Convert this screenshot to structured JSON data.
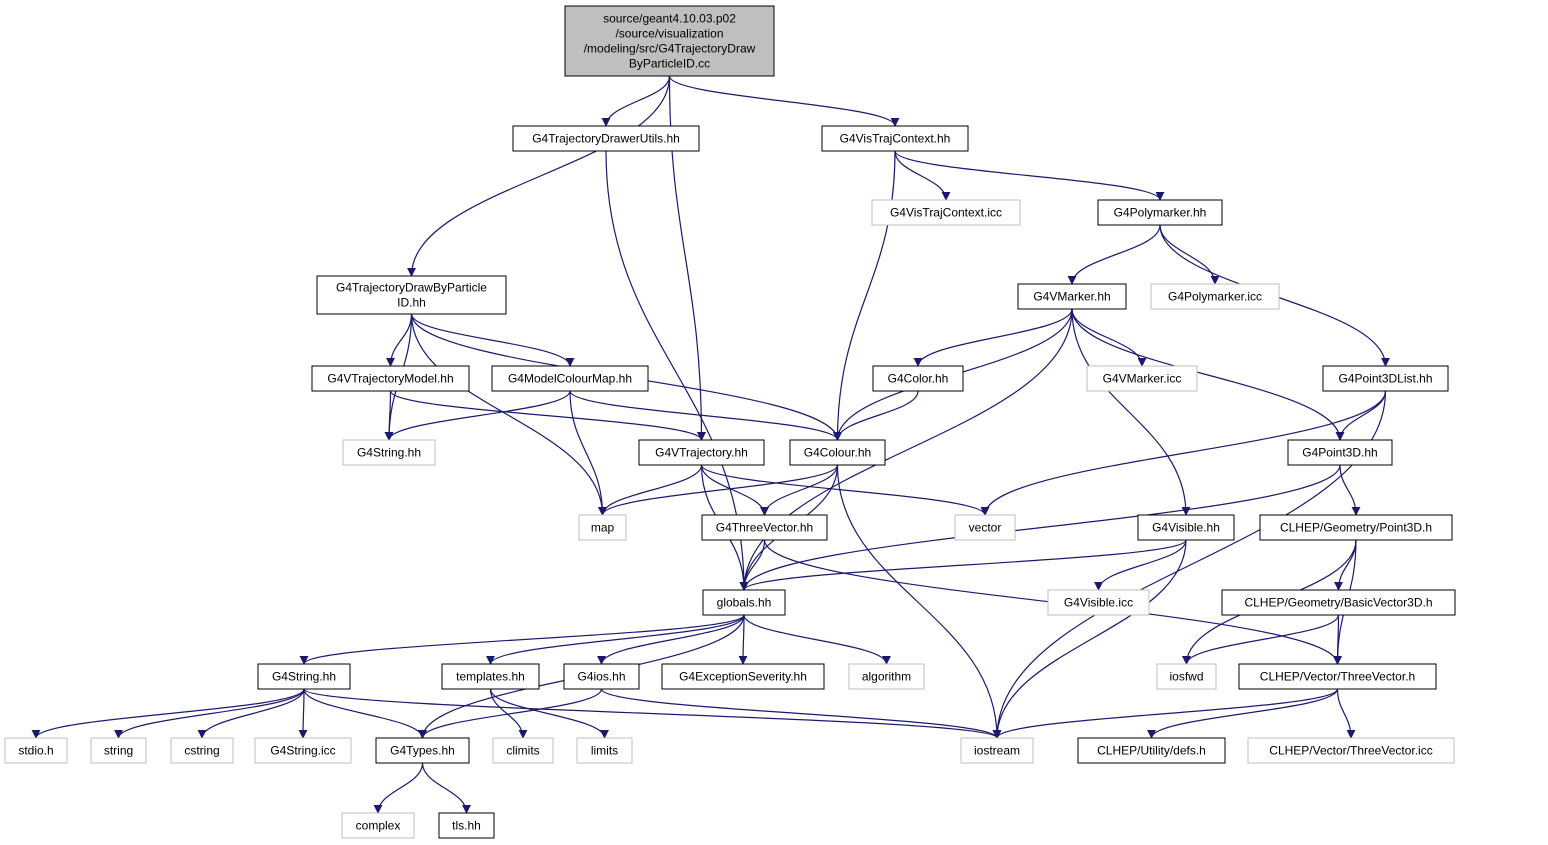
{
  "colors": {
    "edge": "#191970",
    "root_fill": "#bfbfbf",
    "node_border": "#000000",
    "missing_border": "#bfbfbf",
    "missing_text": "#000000",
    "fill": "#ffffff"
  },
  "nodes": [
    {
      "id": "root",
      "lines": [
        "source/geant4.10.03.p02",
        "/source/visualization",
        "/modeling/src/G4TrajectoryDraw",
        "ByParticleID.cc"
      ],
      "kind": "root"
    },
    {
      "id": "drawerutils",
      "lines": [
        "G4TrajectoryDrawerUtils.hh"
      ],
      "kind": "normal"
    },
    {
      "id": "vistrajcontext",
      "lines": [
        "G4VisTrajContext.hh"
      ],
      "kind": "normal"
    },
    {
      "id": "vistrajcontext_icc",
      "lines": [
        "G4VisTrajContext.icc"
      ],
      "kind": "missing"
    },
    {
      "id": "polymarker",
      "lines": [
        "G4Polymarker.hh"
      ],
      "kind": "normal"
    },
    {
      "id": "drawbyparticle",
      "lines": [
        "G4TrajectoryDrawByParticle",
        "ID.hh"
      ],
      "kind": "normal"
    },
    {
      "id": "vmarker",
      "lines": [
        "G4VMarker.hh"
      ],
      "kind": "normal"
    },
    {
      "id": "polymarker_icc",
      "lines": [
        "G4Polymarker.icc"
      ],
      "kind": "missing"
    },
    {
      "id": "vtrajmodel",
      "lines": [
        "G4VTrajectoryModel.hh"
      ],
      "kind": "normal"
    },
    {
      "id": "modelcolourmap",
      "lines": [
        "G4ModelColourMap.hh"
      ],
      "kind": "normal"
    },
    {
      "id": "color",
      "lines": [
        "G4Color.hh"
      ],
      "kind": "normal"
    },
    {
      "id": "vmarker_icc",
      "lines": [
        "G4VMarker.icc"
      ],
      "kind": "missing"
    },
    {
      "id": "point3dlist",
      "lines": [
        "G4Point3DList.hh"
      ],
      "kind": "normal"
    },
    {
      "id": "g4string_top",
      "lines": [
        "G4String.hh"
      ],
      "kind": "missing"
    },
    {
      "id": "vtrajectory",
      "lines": [
        "G4VTrajectory.hh"
      ],
      "kind": "normal"
    },
    {
      "id": "colour",
      "lines": [
        "G4Colour.hh"
      ],
      "kind": "normal"
    },
    {
      "id": "point3d",
      "lines": [
        "G4Point3D.hh"
      ],
      "kind": "normal"
    },
    {
      "id": "map",
      "lines": [
        "map"
      ],
      "kind": "missing"
    },
    {
      "id": "threevector",
      "lines": [
        "G4ThreeVector.hh"
      ],
      "kind": "normal"
    },
    {
      "id": "vector",
      "lines": [
        "vector"
      ],
      "kind": "missing"
    },
    {
      "id": "visible",
      "lines": [
        "G4Visible.hh"
      ],
      "kind": "normal"
    },
    {
      "id": "clhep_point3d",
      "lines": [
        "CLHEP/Geometry/Point3D.h"
      ],
      "kind": "normal"
    },
    {
      "id": "globals",
      "lines": [
        "globals.hh"
      ],
      "kind": "normal"
    },
    {
      "id": "visible_icc",
      "lines": [
        "G4Visible.icc"
      ],
      "kind": "missing"
    },
    {
      "id": "basicvector3d",
      "lines": [
        "CLHEP/Geometry/BasicVector3D.h"
      ],
      "kind": "normal"
    },
    {
      "id": "g4string",
      "lines": [
        "G4String.hh"
      ],
      "kind": "normal"
    },
    {
      "id": "templates",
      "lines": [
        "templates.hh"
      ],
      "kind": "normal"
    },
    {
      "id": "g4ios",
      "lines": [
        "G4ios.hh"
      ],
      "kind": "normal"
    },
    {
      "id": "exceptionseverity",
      "lines": [
        "G4ExceptionSeverity.hh"
      ],
      "kind": "normal"
    },
    {
      "id": "algorithm",
      "lines": [
        "algorithm"
      ],
      "kind": "missing"
    },
    {
      "id": "iosfwd",
      "lines": [
        "iosfwd"
      ],
      "kind": "missing"
    },
    {
      "id": "clhep_threevector",
      "lines": [
        "CLHEP/Vector/ThreeVector.h"
      ],
      "kind": "normal"
    },
    {
      "id": "stdio",
      "lines": [
        "stdio.h"
      ],
      "kind": "missing"
    },
    {
      "id": "string",
      "lines": [
        "string"
      ],
      "kind": "missing"
    },
    {
      "id": "cstring",
      "lines": [
        "cstring"
      ],
      "kind": "missing"
    },
    {
      "id": "g4string_icc",
      "lines": [
        "G4String.icc"
      ],
      "kind": "missing"
    },
    {
      "id": "g4types",
      "lines": [
        "G4Types.hh"
      ],
      "kind": "normal"
    },
    {
      "id": "climits",
      "lines": [
        "climits"
      ],
      "kind": "missing"
    },
    {
      "id": "limits",
      "lines": [
        "limits"
      ],
      "kind": "missing"
    },
    {
      "id": "iostream",
      "lines": [
        "iostream"
      ],
      "kind": "missing"
    },
    {
      "id": "utility_defs",
      "lines": [
        "CLHEP/Utility/defs.h"
      ],
      "kind": "normal"
    },
    {
      "id": "clhep_threevector_icc",
      "lines": [
        "CLHEP/Vector/ThreeVector.icc"
      ],
      "kind": "missing"
    },
    {
      "id": "complex",
      "lines": [
        "complex"
      ],
      "kind": "missing"
    },
    {
      "id": "tls",
      "lines": [
        "tls.hh"
      ],
      "kind": "normal"
    }
  ],
  "edges": [
    [
      "root",
      "drawbyparticle"
    ],
    [
      "root",
      "drawerutils"
    ],
    [
      "root",
      "vtrajectory"
    ],
    [
      "root",
      "vistrajcontext"
    ],
    [
      "drawerutils",
      "globals"
    ],
    [
      "vistrajcontext",
      "colour"
    ],
    [
      "vistrajcontext",
      "vistrajcontext_icc"
    ],
    [
      "vistrajcontext",
      "polymarker"
    ],
    [
      "polymarker",
      "vmarker"
    ],
    [
      "polymarker",
      "polymarker_icc"
    ],
    [
      "polymarker",
      "point3dlist"
    ],
    [
      "drawbyparticle",
      "g4string_top"
    ],
    [
      "drawbyparticle",
      "map"
    ],
    [
      "drawbyparticle",
      "vtrajmodel"
    ],
    [
      "drawbyparticle",
      "modelcolourmap"
    ],
    [
      "drawbyparticle",
      "colour"
    ],
    [
      "vtrajmodel",
      "g4string_top"
    ],
    [
      "vtrajmodel",
      "vtrajectory"
    ],
    [
      "modelcolourmap",
      "g4string_top"
    ],
    [
      "modelcolourmap",
      "map"
    ],
    [
      "modelcolourmap",
      "colour"
    ],
    [
      "vmarker",
      "color"
    ],
    [
      "vmarker",
      "colour"
    ],
    [
      "vmarker",
      "vmarker_icc"
    ],
    [
      "vmarker",
      "point3d"
    ],
    [
      "vmarker",
      "visible"
    ],
    [
      "vmarker",
      "globals"
    ],
    [
      "color",
      "colour"
    ],
    [
      "point3dlist",
      "point3d"
    ],
    [
      "point3dlist",
      "vector"
    ],
    [
      "point3dlist",
      "iostream"
    ],
    [
      "vtrajectory",
      "map"
    ],
    [
      "vtrajectory",
      "threevector"
    ],
    [
      "vtrajectory",
      "vector"
    ],
    [
      "vtrajectory",
      "globals"
    ],
    [
      "colour",
      "map"
    ],
    [
      "colour",
      "threevector"
    ],
    [
      "colour",
      "globals"
    ],
    [
      "colour",
      "iostream"
    ],
    [
      "point3d",
      "globals"
    ],
    [
      "point3d",
      "clhep_point3d"
    ],
    [
      "threevector",
      "globals"
    ],
    [
      "threevector",
      "clhep_threevector"
    ],
    [
      "visible",
      "globals"
    ],
    [
      "visible",
      "visible_icc"
    ],
    [
      "visible",
      "iostream"
    ],
    [
      "clhep_point3d",
      "iosfwd"
    ],
    [
      "clhep_point3d",
      "basicvector3d"
    ],
    [
      "clhep_point3d",
      "clhep_threevector"
    ],
    [
      "basicvector3d",
      "iosfwd"
    ],
    [
      "basicvector3d",
      "clhep_threevector"
    ],
    [
      "globals",
      "g4string"
    ],
    [
      "globals",
      "templates"
    ],
    [
      "globals",
      "g4ios"
    ],
    [
      "globals",
      "exceptionseverity"
    ],
    [
      "globals",
      "algorithm"
    ],
    [
      "globals",
      "g4types"
    ],
    [
      "g4string",
      "stdio"
    ],
    [
      "g4string",
      "string"
    ],
    [
      "g4string",
      "cstring"
    ],
    [
      "g4string",
      "g4string_icc"
    ],
    [
      "g4string",
      "g4types"
    ],
    [
      "g4string",
      "iostream"
    ],
    [
      "templates",
      "climits"
    ],
    [
      "templates",
      "limits"
    ],
    [
      "g4ios",
      "g4types"
    ],
    [
      "g4ios",
      "iostream"
    ],
    [
      "clhep_threevector",
      "iostream"
    ],
    [
      "clhep_threevector",
      "utility_defs"
    ],
    [
      "clhep_threevector",
      "clhep_threevector_icc"
    ],
    [
      "g4types",
      "complex"
    ],
    [
      "g4types",
      "tls"
    ]
  ]
}
